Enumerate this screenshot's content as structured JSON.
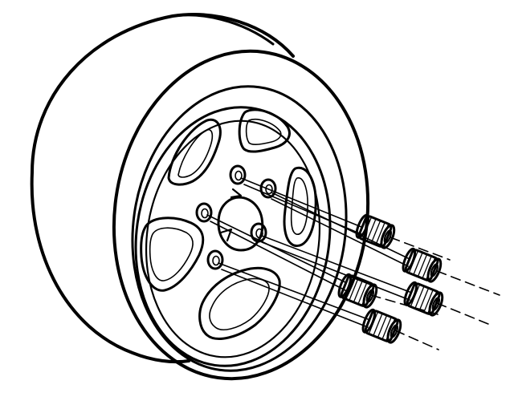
{
  "diagram": {
    "subject": "wheel-lug-nut-installation",
    "lug_nut_count": 5,
    "stud_count": 5,
    "spoke_count": 5,
    "colors": {
      "line": "#000000",
      "background": "#ffffff"
    }
  }
}
